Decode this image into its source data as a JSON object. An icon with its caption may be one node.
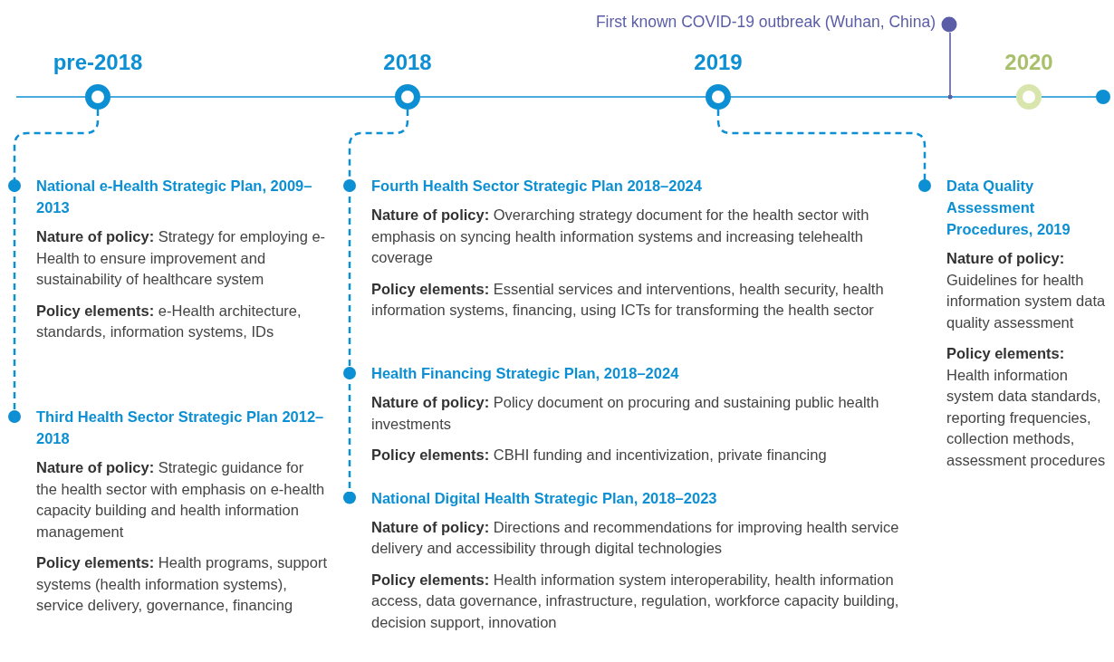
{
  "diagram": {
    "nodes": [
      {
        "text": [
          "First known COVID-19 outbreak (Wuhan, China)"
        ]
      },
      {
        "text": [],
        "shape": "circle",
        "beside": [
          "pre-2018"
        ]
      },
      {
        "text": [],
        "shape": "circle",
        "beside": [
          "2018"
        ]
      },
      {
        "text": [],
        "shape": "circle",
        "beside": [
          "2019"
        ]
      },
      {
        "text": [],
        "shape": "circle",
        "beside": [
          "2020"
        ]
      },
      {
        "text": [],
        "shape": "circle"
      },
      {
        "text": [
          "National e-Health Strategic Plan, 2009–2013",
          "**Nature of policy:** Strategy for employing e-Health to ensure improvement and sustainability of healthcare system",
          "**Policy elements:** e-Health architecture, standards, information systems, IDs"
        ]
      },
      {
        "text": [
          "Third Health Sector Strategic Plan 2012–2018",
          "**Nature of policy:** Strategic guidance for the health sector with emphasis on e-health capacity building and health information management",
          "**Policy elements:** Health programs, support systems (health information systems), service delivery, governance, financing"
        ]
      },
      {
        "text": [
          "Fourth Health Sector Strategic Plan 2018–2024",
          "**Nature of policy:** Overarching strategy document for the health sector with emphasis on syncing health information systems and increasing telehealth coverage",
          "**Policy elements:** Essential services and interventions, health security, health information systems, financing, using ICTs for transforming the health sector"
        ]
      },
      {
        "text": [
          "Health Financing Strategic Plan, 2018–2024",
          "**Nature of policy:** Policy document on procuring and sustaining public health investments",
          "**Policy elements:** CBHI funding and incentivization, private financing"
        ]
      },
      {
        "text": [
          "National Digital Health Strategic Plan, 2018–2023",
          "**Nature of policy:** Directions and recommendations for improving health service delivery and accessibility through digital technologies",
          "**Policy elements:** Health information system interoperability, health information access, data governance, infrastructure, regulation, workforce capacity building, decision support, innovation"
        ]
      },
      {
        "text": [
          "Data Quality Assessment Procedures, 2019",
          "**Nature of policy:** Guidelines for health information system data quality assessment",
          "**Policy elements:** Health information system data standards, reporting frequencies, collection methods, assessment procedures"
        ]
      }
    ],
    "edges": [
      {
        "from": null,
        "to": 1,
        "arrow": "none"
      },
      {
        "from": 1,
        "to": 2,
        "arrow": "none"
      },
      {
        "from": 2,
        "to": 3,
        "arrow": "none"
      },
      {
        "from": 3,
        "to": 4,
        "arrow": "none"
      },
      {
        "from": 4,
        "to": 5,
        "arrow": "none"
      },
      {
        "from": 0,
        "to": null,
        "arrow": "other",
        "color": "#5b5ea6"
      },
      {
        "from": 1,
        "to": 6,
        "arrow": "other",
        "style": "dashed"
      },
      {
        "from": 6,
        "to": 7,
        "arrow": "other",
        "style": "dashed"
      },
      {
        "from": 2,
        "to": 8,
        "arrow": "other",
        "style": "dashed"
      },
      {
        "from": 8,
        "to": 9,
        "arrow": "other",
        "style": "dashed"
      },
      {
        "from": 9,
        "to": 10,
        "arrow": "other",
        "style": "dashed"
      },
      {
        "from": 3,
        "to": 11,
        "arrow": "other",
        "style": "dashed"
      }
    ]
  }
}
